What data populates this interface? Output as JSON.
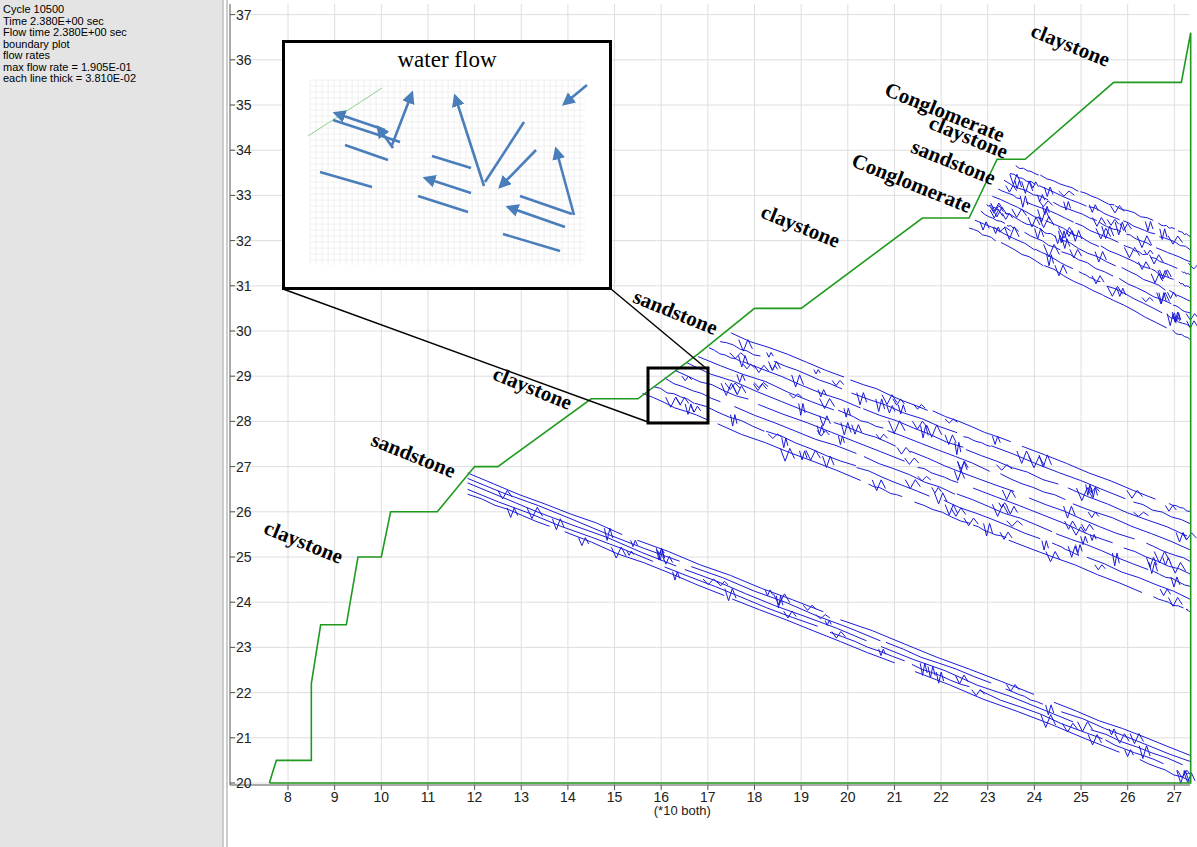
{
  "diagram": {
    "nodes": [
      {
        "text": [
          "water flow"
        ]
      }
    ],
    "labels": [
      "Cycle 10500",
      "Time 2.380E+00 sec",
      "Flow time 2.380E+00 sec",
      "boundary plot",
      "flow rates",
      "max flow rate = 1.905E-01",
      "each line thick = 3.810E-02",
      "claystone",
      "Conglomerate",
      "claystone",
      "sandstone",
      "Conglomerate",
      "claystone",
      "sandstone",
      "claystone",
      "sandstone",
      "claystone",
      "20",
      "21",
      "22",
      "23",
      "24",
      "25",
      "26",
      "27",
      "28",
      "29",
      "30",
      "31",
      "32",
      "33",
      "34",
      "35",
      "36",
      "37",
      "8",
      "9",
      "10",
      "11",
      "12",
      "13",
      "14",
      "15",
      "16",
      "17",
      "18",
      "19",
      "20",
      "21",
      "22",
      "23",
      "24",
      "25",
      "26",
      "27",
      "(*10 both)"
    ]
  }
}
